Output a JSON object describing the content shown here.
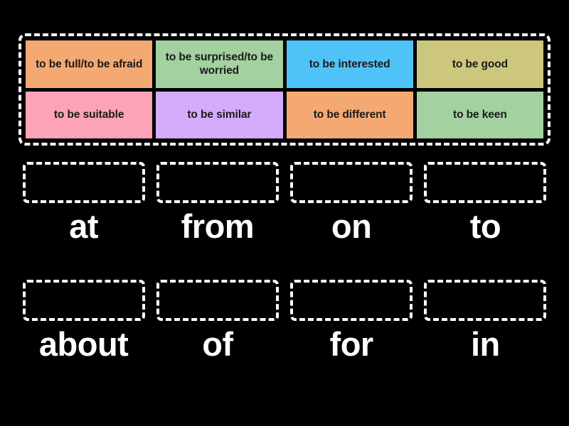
{
  "theme": {
    "background": "#000000",
    "dash_border": "#ffffff",
    "tile_text": "#1a1a1a",
    "word_text": "#ffffff"
  },
  "tile_tray": {
    "tiles": [
      {
        "label": "to be full/to be afraid",
        "color": "#f5a972"
      },
      {
        "label": "to be surprised/to be worried",
        "color": "#a3d1a0"
      },
      {
        "label": "to be interested",
        "color": "#4fc3f7"
      },
      {
        "label": "to be good",
        "color": "#ccc77d"
      },
      {
        "label": "to be suitable",
        "color": "#fca3b7"
      },
      {
        "label": "to be similar",
        "color": "#d4abfb"
      },
      {
        "label": "to be different",
        "color": "#f5a972"
      },
      {
        "label": "to be keen",
        "color": "#a3d1a0"
      }
    ]
  },
  "answer_rows": [
    {
      "cells": [
        {
          "word": "at",
          "dropped": ""
        },
        {
          "word": "from",
          "dropped": ""
        },
        {
          "word": "on",
          "dropped": ""
        },
        {
          "word": "to",
          "dropped": ""
        }
      ]
    },
    {
      "cells": [
        {
          "word": "about",
          "dropped": ""
        },
        {
          "word": "of",
          "dropped": ""
        },
        {
          "word": "for",
          "dropped": ""
        },
        {
          "word": "in",
          "dropped": ""
        }
      ]
    }
  ]
}
